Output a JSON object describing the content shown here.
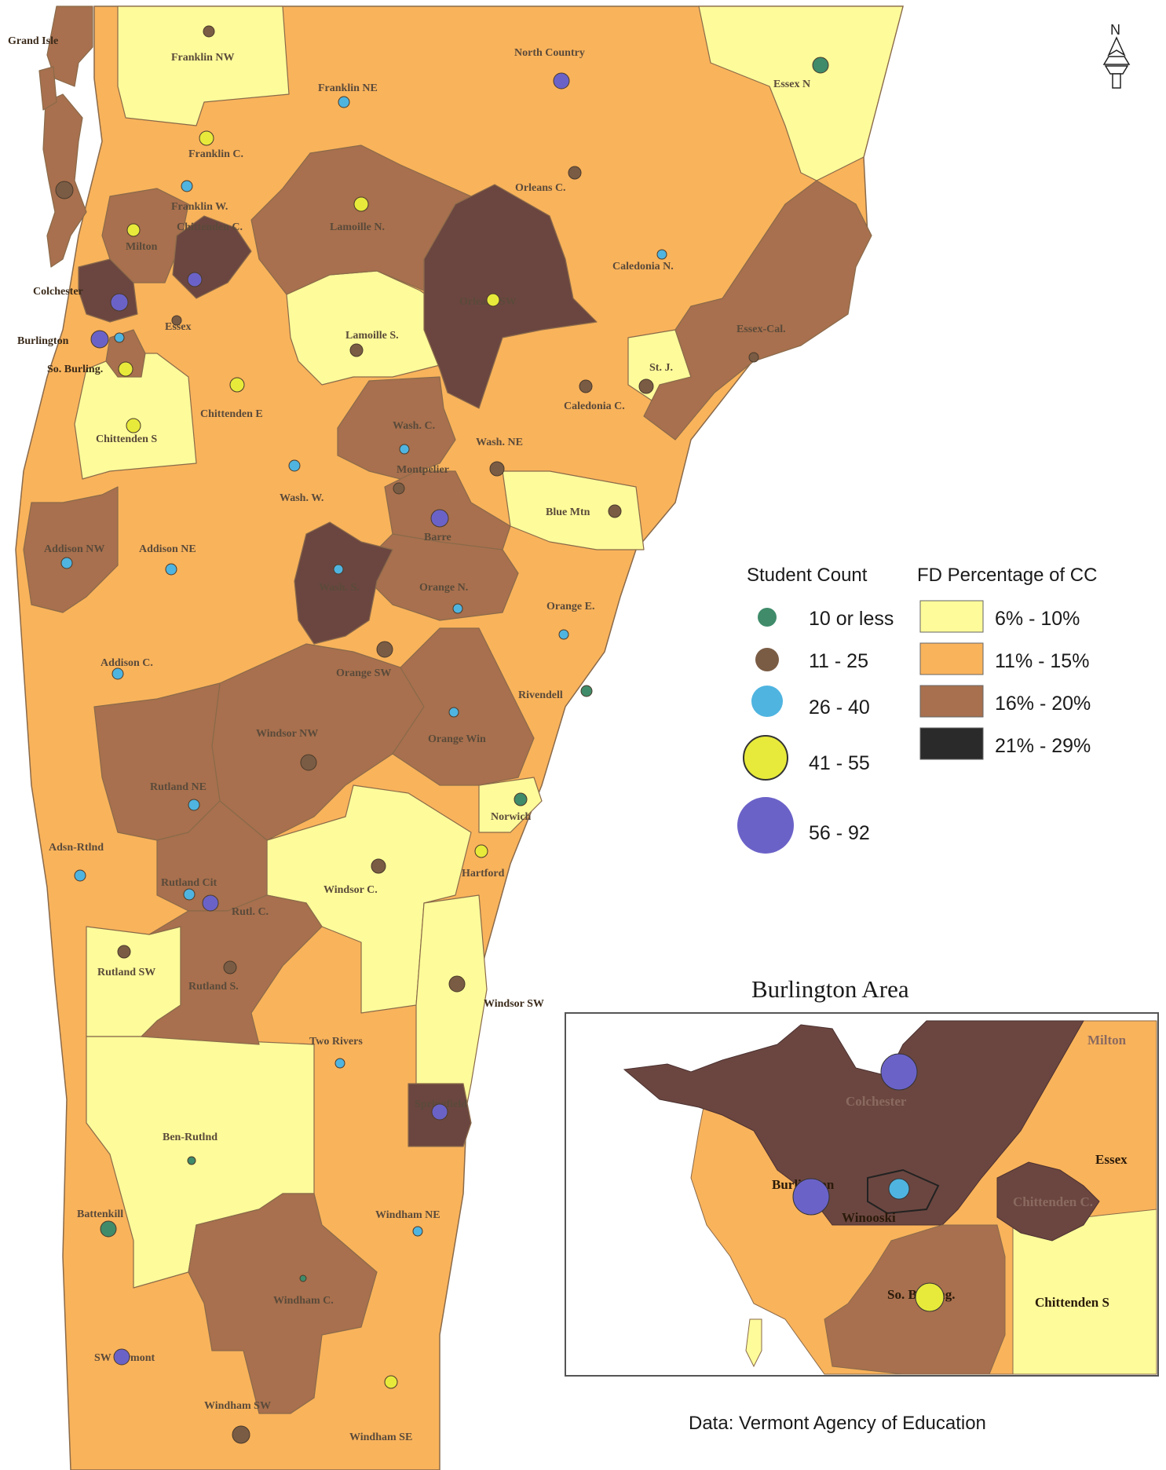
{
  "colors": {
    "band1": "#fdfb9a",
    "band2": "#f9b35b",
    "band3": "#a8704e",
    "band4": "#6b4640",
    "dot_10_or_less": "#3f8b6a",
    "dot_11_25": "#7a5c45",
    "dot_26_40": "#4fb4e0",
    "dot_41_55": "#e7ea3a",
    "dot_56_92": "#6b62c8"
  },
  "legend": {
    "student_count": {
      "title": "Student Count",
      "items": [
        {
          "label": "10 or less",
          "color_key": "dot_10_or_less"
        },
        {
          "label": "11 - 25",
          "color_key": "dot_11_25"
        },
        {
          "label": "26 - 40",
          "color_key": "dot_26_40"
        },
        {
          "label": "41 - 55",
          "color_key": "dot_41_55"
        },
        {
          "label": "56 - 92",
          "color_key": "dot_56_92"
        }
      ]
    },
    "fd_percentage": {
      "title": "FD Percentage of CC",
      "items": [
        {
          "label": "6% - 10%",
          "color_key": "band1"
        },
        {
          "label": "11% - 15%",
          "color_key": "band2"
        },
        {
          "label": "16% - 20%",
          "color_key": "band3"
        },
        {
          "label": "21% - 29%",
          "color_key": "band4"
        }
      ]
    }
  },
  "north_arrow": "N",
  "inset": {
    "title": "Burlington Area",
    "labels": [
      "Milton",
      "Colchester",
      "Essex",
      "Burlington",
      "Winooski",
      "Chittenden C.",
      "So. Burling.",
      "Chittenden S"
    ]
  },
  "source": "Data: Vermont Agency of Education",
  "regions": [
    {
      "name": "Grand Isle",
      "band": "band3"
    },
    {
      "name": "Franklin NW",
      "band": "band1"
    },
    {
      "name": "Franklin NE",
      "band": "band2"
    },
    {
      "name": "North Country",
      "band": "band2"
    },
    {
      "name": "Essex N",
      "band": "band1"
    },
    {
      "name": "Franklin C.",
      "band": "band2"
    },
    {
      "name": "Orleans C.",
      "band": "band2"
    },
    {
      "name": "Franklin W.",
      "band": "band2"
    },
    {
      "name": "Chittenden C.",
      "band": "band4"
    },
    {
      "name": "Lamoille N.",
      "band": "band3"
    },
    {
      "name": "Milton",
      "band": "band3"
    },
    {
      "name": "Caledonia N.",
      "band": "band2"
    },
    {
      "name": "Orleans SW",
      "band": "band4"
    },
    {
      "name": "Colchester",
      "band": "band4"
    },
    {
      "name": "Essex",
      "band": "band2"
    },
    {
      "name": "Essex-Cal.",
      "band": "band3"
    },
    {
      "name": "Burlington",
      "band": "band2"
    },
    {
      "name": "Lamoille S.",
      "band": "band1"
    },
    {
      "name": "So. Burling.",
      "band": "band3"
    },
    {
      "name": "St. J.",
      "band": "band1"
    },
    {
      "name": "Chittenden E",
      "band": "band2"
    },
    {
      "name": "Caledonia C.",
      "band": "band2"
    },
    {
      "name": "Chittenden S",
      "band": "band1"
    },
    {
      "name": "Wash. C.",
      "band": "band3"
    },
    {
      "name": "Wash. NE",
      "band": "band2"
    },
    {
      "name": "Montpelier",
      "band": "band2"
    },
    {
      "name": "Wash. W.",
      "band": "band2"
    },
    {
      "name": "Blue Mtn",
      "band": "band1"
    },
    {
      "name": "Barre",
      "band": "band3"
    },
    {
      "name": "Addison NW",
      "band": "band3"
    },
    {
      "name": "Addison NE",
      "band": "band2"
    },
    {
      "name": "Wash. S.",
      "band": "band4"
    },
    {
      "name": "Orange N.",
      "band": "band3"
    },
    {
      "name": "Orange E.",
      "band": "band2"
    },
    {
      "name": "Orange SW",
      "band": "band2"
    },
    {
      "name": "Addison C.",
      "band": "band2"
    },
    {
      "name": "Rivendell",
      "band": "band2"
    },
    {
      "name": "Windsor NW",
      "band": "band3"
    },
    {
      "name": "Orange Win",
      "band": "band3"
    },
    {
      "name": "Rutland NE",
      "band": "band3"
    },
    {
      "name": "Norwich",
      "band": "band1"
    },
    {
      "name": "Adsn-Rtlnd",
      "band": "band2"
    },
    {
      "name": "Hartford",
      "band": "band2"
    },
    {
      "name": "Rutland Cit",
      "band": "band3"
    },
    {
      "name": "Windsor C.",
      "band": "band1"
    },
    {
      "name": "Rutl. C.",
      "band": "band3"
    },
    {
      "name": "Rutland SW",
      "band": "band1"
    },
    {
      "name": "Rutland S.",
      "band": "band3"
    },
    {
      "name": "Windsor SW",
      "band": "band1"
    },
    {
      "name": "Two Rivers",
      "band": "band2"
    },
    {
      "name": "Springfield",
      "band": "band4"
    },
    {
      "name": "Ben-Rutlnd",
      "band": "band1"
    },
    {
      "name": "Battenkill",
      "band": "band2"
    },
    {
      "name": "Windham NE",
      "band": "band2"
    },
    {
      "name": "Windham C.",
      "band": "band3"
    },
    {
      "name": "SW Vermont",
      "band": "band2"
    },
    {
      "name": "Windham SW",
      "band": "band2"
    },
    {
      "name": "Windham SE",
      "band": "band2"
    }
  ]
}
